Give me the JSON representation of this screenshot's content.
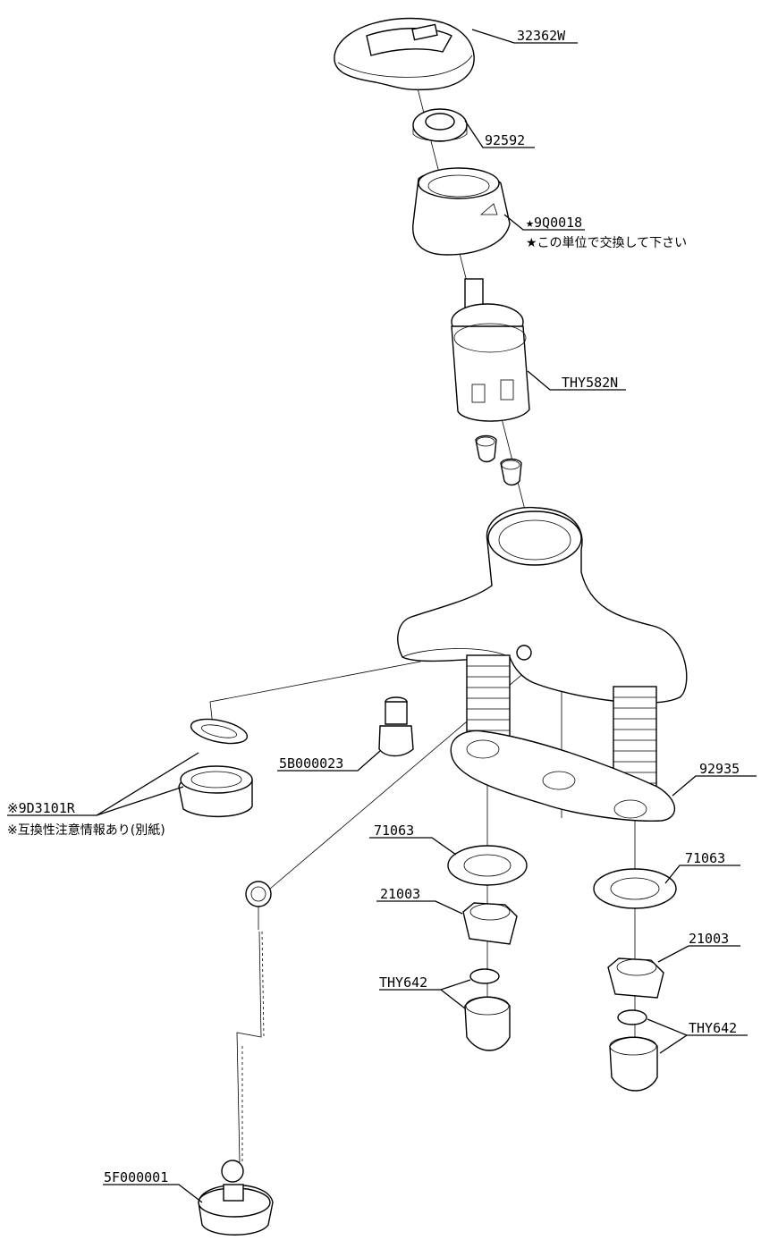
{
  "labels": {
    "handle": "32362W",
    "ring": "92592",
    "cover": "★9Q0018",
    "cover_note": "★この単位で交換して下さい",
    "cartridge": "THY582N",
    "check_valve": "5B000023",
    "aerator": "※9D3101R",
    "aerator_note": "※互換性注意情報あり(別紙)",
    "plate": "92935",
    "washer_left": "71063",
    "washer_right": "71063",
    "nut_left": "21003",
    "nut_right": "21003",
    "union_left": "THY642",
    "union_right": "THY642",
    "stopper": "5F000001"
  }
}
